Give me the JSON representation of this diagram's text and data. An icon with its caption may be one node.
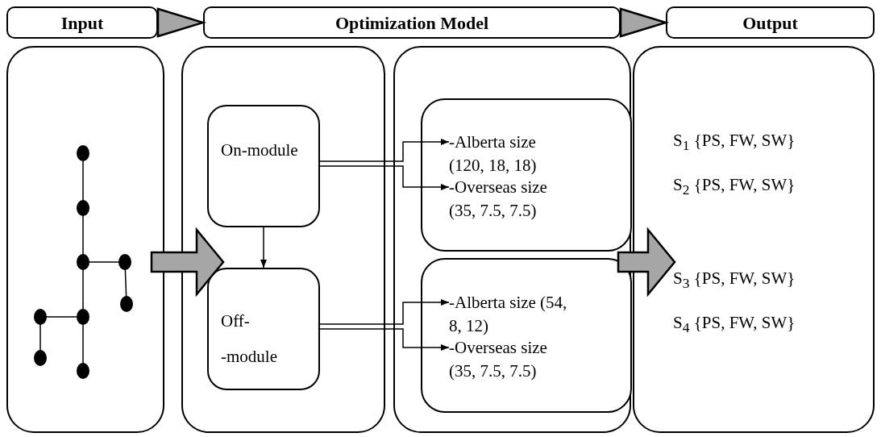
{
  "diagram": {
    "nodes": [
      {
        "text": [
          "Input"
        ]
      },
      {
        "text": [
          "Optimization Model"
        ]
      },
      {
        "text": [
          "Output"
        ]
      },
      {
        "text": [],
        "shape": "box"
      },
      {
        "text": [],
        "shape": "box"
      },
      {
        "text": [
          "On-module"
        ],
        "in": 4
      },
      {
        "text": [
          "Off- -module"
        ],
        "in": 4
      },
      {
        "text": [],
        "shape": "box"
      },
      {
        "text": [],
        "shape": "box",
        "in": 7
      },
      {
        "text": [
          "-Alberta size (120, 18, 18)"
        ],
        "in": 8
      },
      {
        "text": [
          "-Overseas size (35, 7.5, 7.5)"
        ],
        "in": 8
      },
      {
        "text": [],
        "shape": "box",
        "in": 7
      },
      {
        "text": [
          "-Alberta size (54, 8, 12)"
        ],
        "in": 11
      },
      {
        "text": [
          "-Overseas size (35, 7.5, 7.5)"
        ],
        "in": 11
      },
      {
        "text": [
          "S$_{1}$ {PS, FW, SW}",
          "S$_{2}$ {PS, FW, SW}",
          "S$_{3}$ {PS, FW, SW}",
          "S$_{4}$ {PS, FW, SW}"
        ]
      }
    ],
    "edges": [
      {
        "from": 0,
        "to": 1,
        "arrow": "to",
        "style": "thick"
      },
      {
        "from": 1,
        "to": 2,
        "arrow": "to",
        "style": "thick"
      },
      {
        "from": 3,
        "to": 4,
        "arrow": "to",
        "style": "thick"
      },
      {
        "from": 7,
        "to": 14,
        "arrow": "to",
        "style": "thick"
      },
      {
        "from": 5,
        "to": 6,
        "arrow": "to"
      },
      {
        "from": 5,
        "to": 9,
        "arrow": "to"
      },
      {
        "from": 5,
        "to": 10,
        "arrow": "to"
      },
      {
        "from": 6,
        "to": 12,
        "arrow": "to"
      },
      {
        "from": 6,
        "to": 13,
        "arrow": "to"
      }
    ]
  }
}
